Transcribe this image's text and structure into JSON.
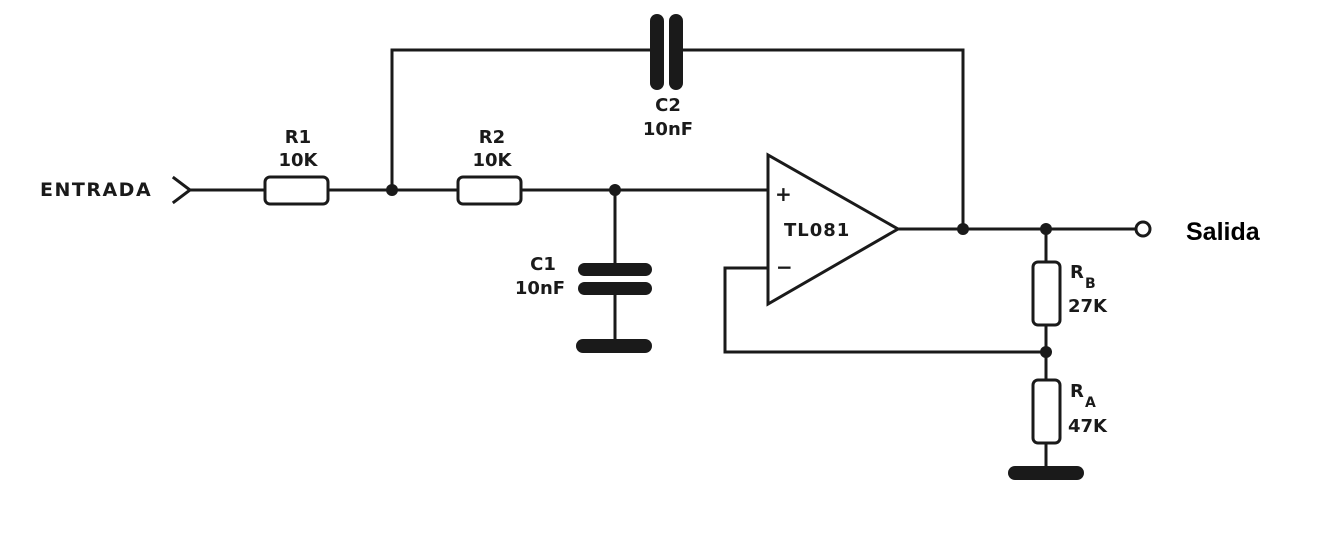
{
  "input_label": "ENTRADA",
  "output_label": "Salida",
  "opamp": {
    "name": "TL081",
    "plus": "+",
    "minus": "−"
  },
  "r1": {
    "name": "R1",
    "value": "10K"
  },
  "r2": {
    "name": "R2",
    "value": "10K"
  },
  "c1": {
    "name": "C1",
    "value": "10nF"
  },
  "c2": {
    "name": "C2",
    "value": "10nF"
  },
  "rb": {
    "name": "R",
    "sub": "B",
    "value": "27K"
  },
  "ra": {
    "name": "R",
    "sub": "A",
    "value": "47K"
  }
}
